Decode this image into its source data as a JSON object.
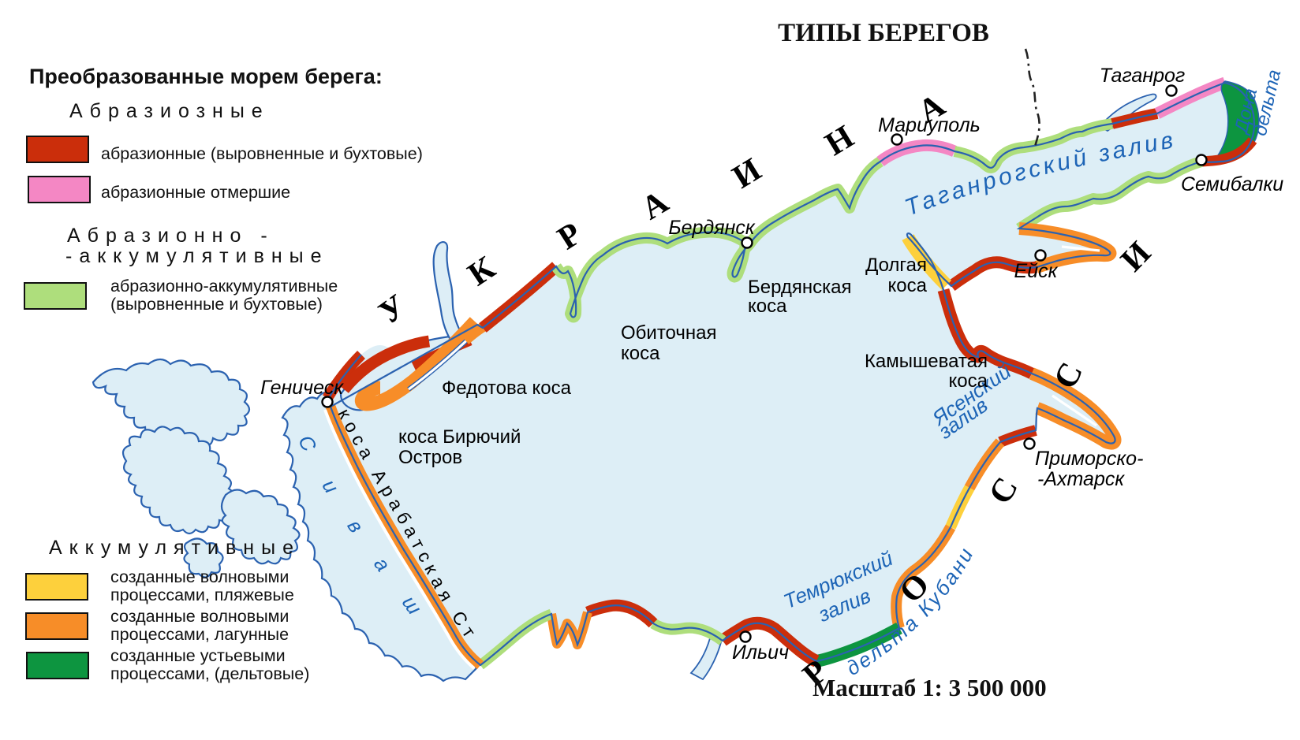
{
  "title": "ТИПЫ БЕРЕГОВ",
  "scale_label": "Масштаб 1: 3 500 000",
  "colors": {
    "sea": "#ddeef6",
    "shoreline": "#2b62b0",
    "water_label": "#1d64b6",
    "abrasion": "#cb2e0b",
    "abrasion_dead": "#f487c4",
    "abrasion_accum": "#aede7c",
    "accum_beach": "#fdd03c",
    "accum_lagoon": "#f78d28",
    "accum_delta": "#0d9540"
  },
  "legend": {
    "header": "Преобразованные морем берега:",
    "groups": [
      {
        "title_lines": [
          "Абразиозные"
        ],
        "items": [
          {
            "color": "#cb2e0b",
            "label_lines": [
              "абразионные (выровненные и бухтовые)"
            ]
          },
          {
            "color": "#f487c4",
            "label_lines": [
              "абразионные отмершие"
            ]
          }
        ]
      },
      {
        "title_lines": [
          "Абразионно -",
          "-аккумулятивные"
        ],
        "items": [
          {
            "color": "#aede7c",
            "label_lines": [
              "абразионно-аккумулятивные",
              "(выровненные и бухтовые)"
            ]
          }
        ]
      },
      {
        "title_lines": [
          "Аккумулятивные"
        ],
        "items": [
          {
            "color": "#fdd03c",
            "label_lines": [
              "созданные волновыми",
              "процессами, пляжевые"
            ]
          },
          {
            "color": "#f78d28",
            "label_lines": [
              "созданные волновыми",
              "процессами, лагунные"
            ]
          },
          {
            "color": "#0d9540",
            "label_lines": [
              "созданные устьевыми",
              "процессами, (дельтовые)"
            ]
          }
        ]
      }
    ]
  },
  "map": {
    "ukraine": "УКРАИНА",
    "russia": "РОССИЯ",
    "taganrog_bay": "Таганрогский залив",
    "yasensky_bay_l1": "Ясенский",
    "yasensky_bay_l2": "залив",
    "temryuk_bay_l1": "Темрюкский",
    "temryuk_bay_l2": "залив",
    "kuban_delta": "дельта Кубани",
    "don_delta_l1": "дельта",
    "don_delta_l2": "Дона",
    "sivash": "Сиваш",
    "cities": {
      "genichesk": "Геническ",
      "berdyansk": "Бердянск",
      "mariupol": "Мариуполь",
      "taganrog": "Таганрог",
      "semibalki": "Семибалки",
      "yeysk": "Ейск",
      "primorsko_l1": "Приморско-",
      "primorsko_l2": "-Ахтарск",
      "ilyich": "Ильич"
    },
    "spits": {
      "fedotova": "Федотова коса",
      "biryuchy_l1": "коса Бирючий",
      "biryuchy_l2": "Остров",
      "obitochnaya_l1": "Обиточная",
      "obitochnaya_l2": "коса",
      "berdyanskaya_l1": "Бердянская",
      "berdyanskaya_l2": "коса",
      "dolgaya_l1": "Долгая",
      "dolgaya_l2": "коса",
      "kamyshevataya_l1": "Камышеватая",
      "kamyshevataya_l2": "коса",
      "arabat": "коса Арабатская Стрелка"
    }
  }
}
